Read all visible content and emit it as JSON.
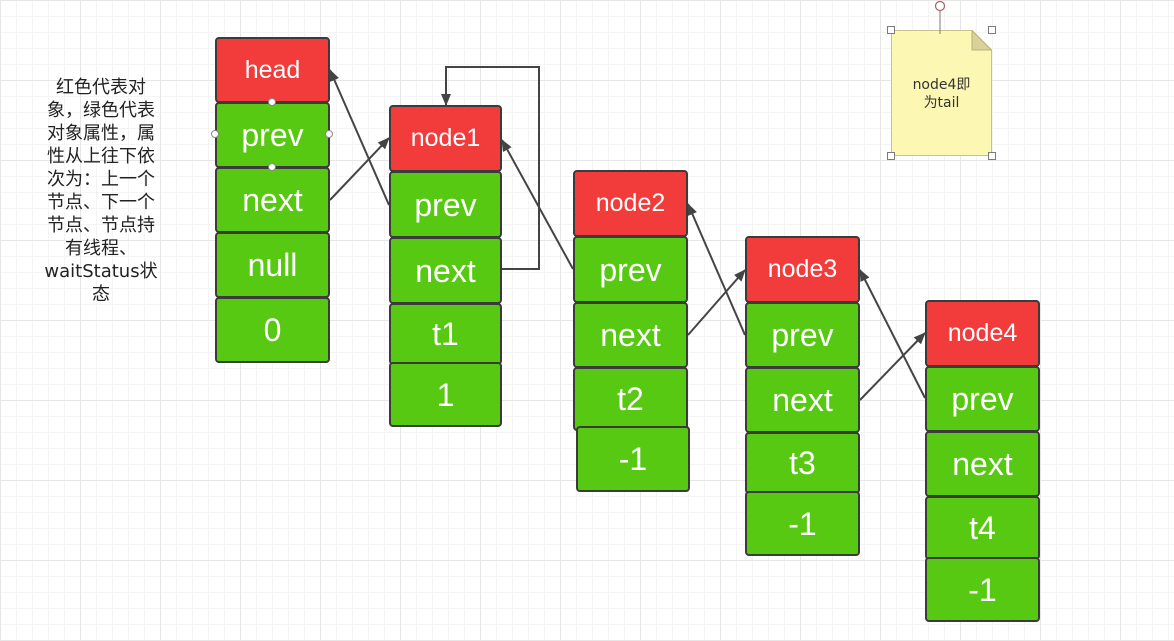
{
  "legend": "红色代表对\n象，绿色代表\n对象属性，属\n性从上往下依\n次为：上一个\n节点、下一个\n节点、节点持\n有线程、\nwaitStatus状\n态",
  "note": "node4即\n为tail",
  "colors": {
    "object": "#f23b3b",
    "attribute": "#58c912",
    "note": "#fcf8b3",
    "arrow": "#444444"
  },
  "nodes": [
    {
      "id": "head",
      "title": "head",
      "prev": "prev",
      "next": "next",
      "thread": "null",
      "waitStatus": "0"
    },
    {
      "id": "node1",
      "title": "node1",
      "prev": "prev",
      "next": "next",
      "thread": "t1",
      "waitStatus": "1"
    },
    {
      "id": "node2",
      "title": "node2",
      "prev": "prev",
      "next": "next",
      "thread": "t2",
      "waitStatus": "-1"
    },
    {
      "id": "node3",
      "title": "node3",
      "prev": "prev",
      "next": "next",
      "thread": "t3",
      "waitStatus": "-1"
    },
    {
      "id": "node4",
      "title": "node4",
      "prev": "prev",
      "next": "next",
      "thread": "t4",
      "waitStatus": "-1"
    }
  ]
}
